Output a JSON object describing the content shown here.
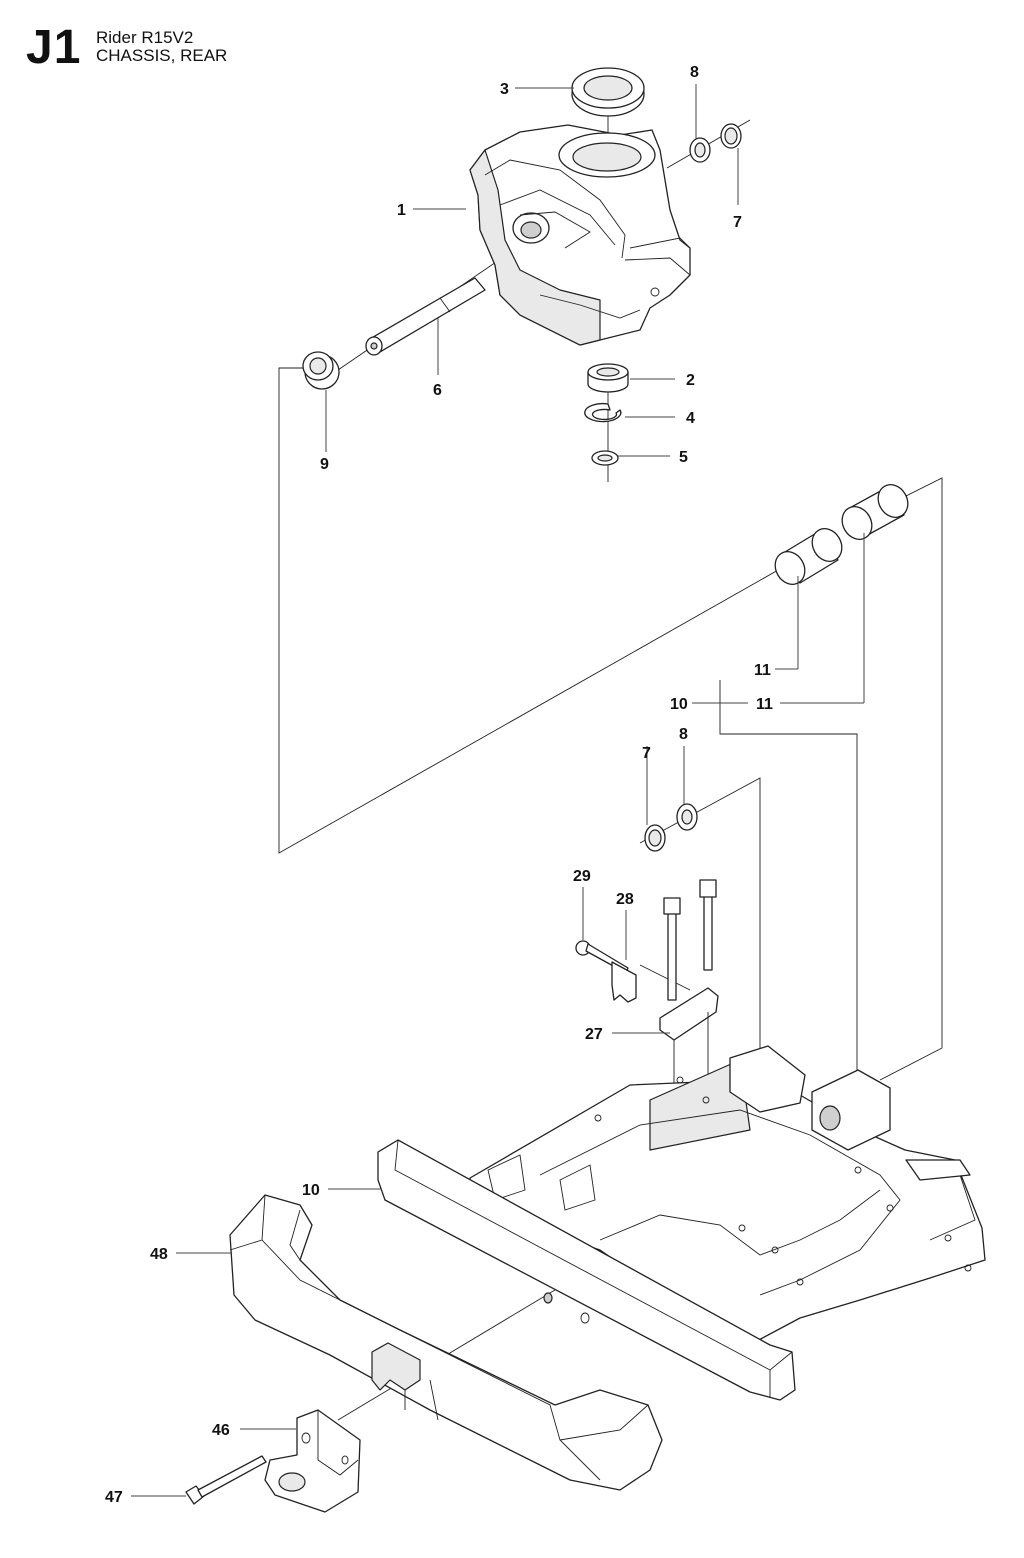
{
  "header": {
    "code": "J1",
    "model": "Rider R15V2",
    "section": "CHASSIS, REAR"
  },
  "callouts": {
    "c1": "1",
    "c2": "2",
    "c3": "3",
    "c4": "4",
    "c5": "5",
    "c6": "6",
    "c7a": "7",
    "c8a": "8",
    "c9": "9",
    "c11a": "11",
    "c10a": "10",
    "c11b": "11",
    "c7b": "7",
    "c8b": "8",
    "c29": "29",
    "c28": "28",
    "c27": "27",
    "c10b": "10",
    "c48": "48",
    "c46": "46",
    "c47": "47"
  }
}
